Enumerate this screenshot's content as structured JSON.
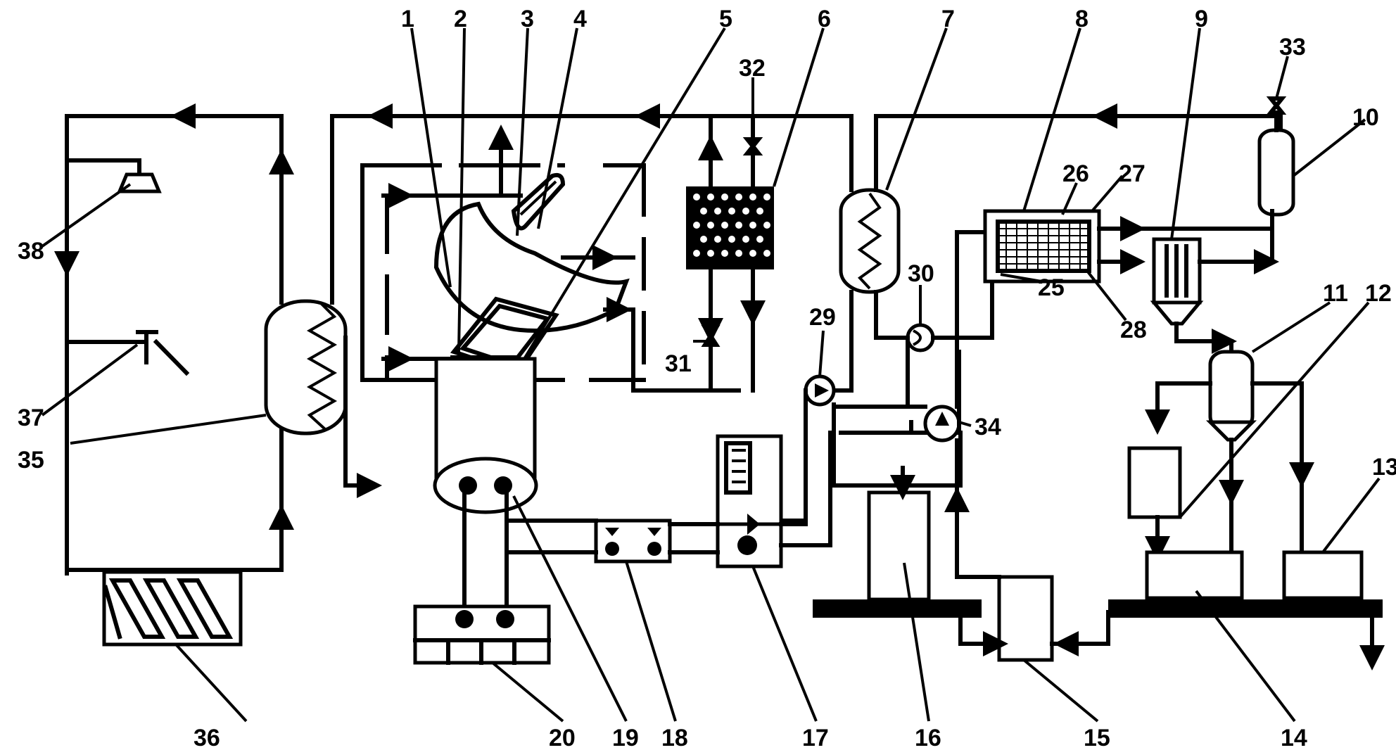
{
  "colors": {
    "line": "#000000",
    "background": "#ffffff"
  },
  "labels": {
    "l1": "1",
    "l2": "2",
    "l3": "3",
    "l4": "4",
    "l5": "5",
    "l6": "6",
    "l7": "7",
    "l8": "8",
    "l9": "9",
    "l10": "10",
    "l11": "11",
    "l12": "12",
    "l13": "13",
    "l14": "14",
    "l15": "15",
    "l16": "16",
    "l17": "17",
    "l18": "18",
    "l19": "19",
    "l20": "20",
    "l25": "25",
    "l26": "26",
    "l27": "27",
    "l28": "28",
    "l29": "29",
    "l30": "30",
    "l31": "31",
    "l32": "32",
    "l33": "33",
    "l34": "34",
    "l35": "35",
    "l36": "36",
    "l37": "37",
    "l38": "38"
  }
}
